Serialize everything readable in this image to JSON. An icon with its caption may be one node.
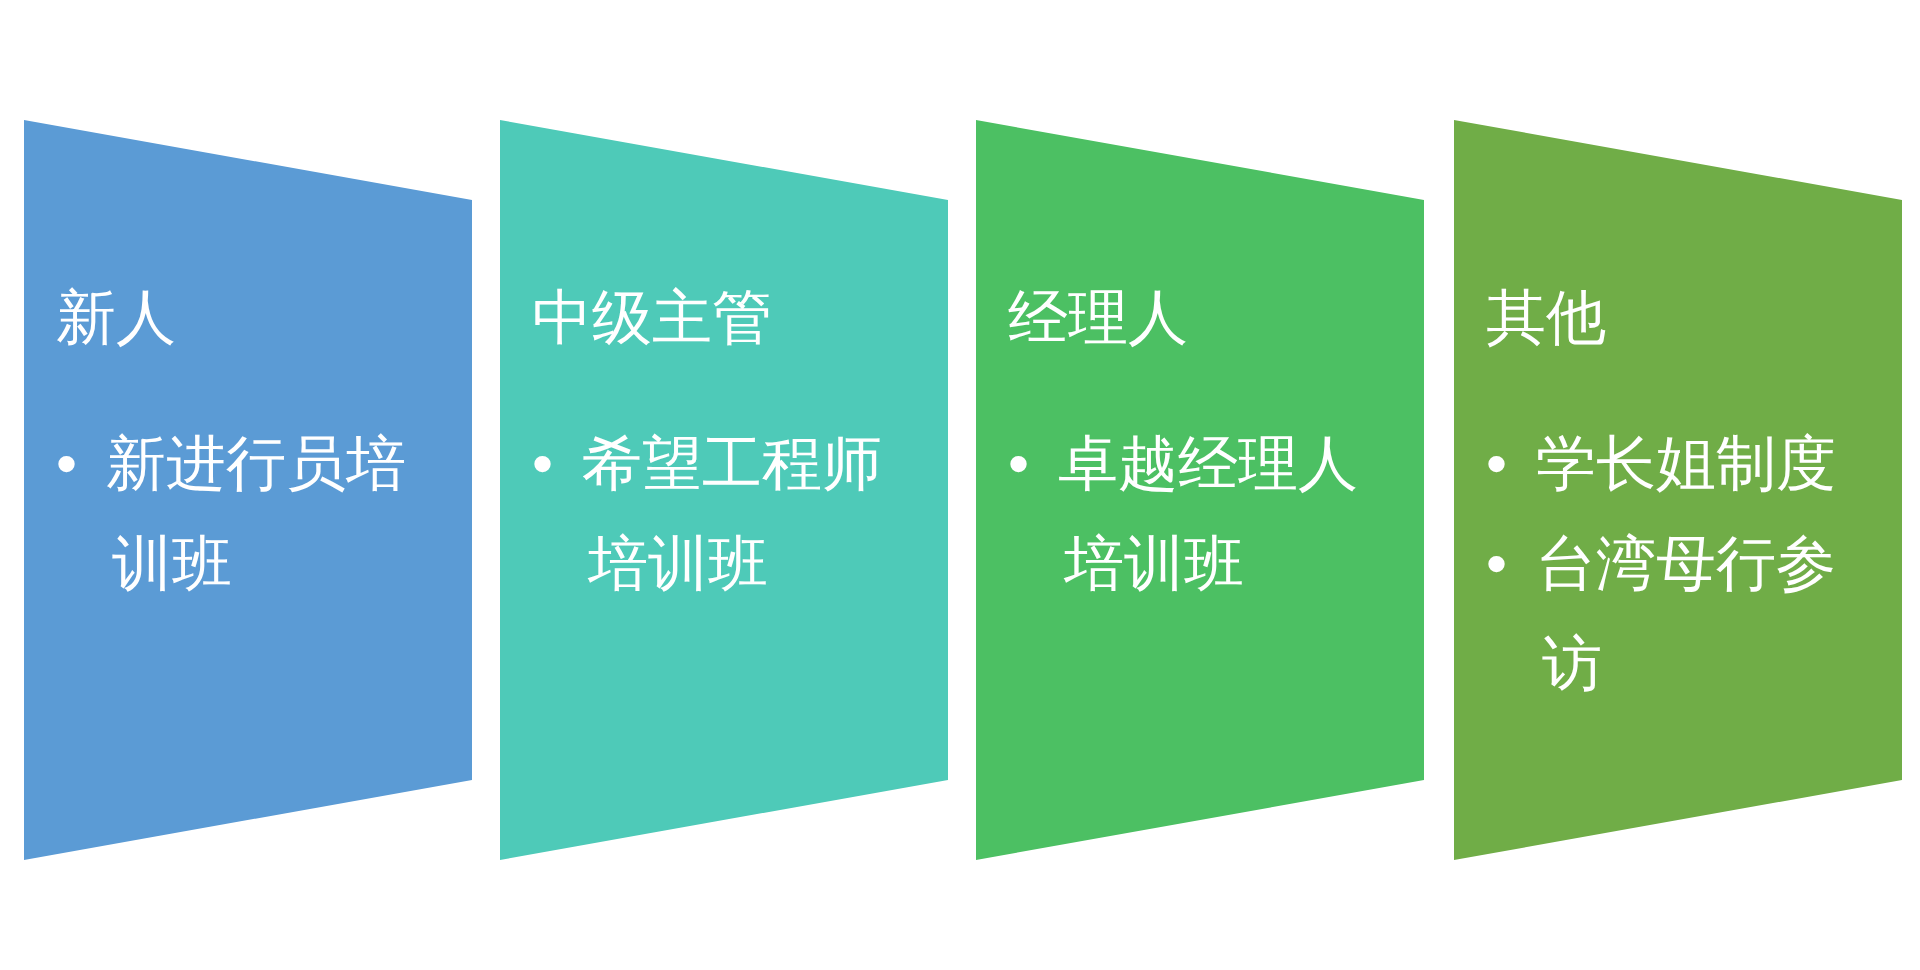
{
  "diagram": {
    "nodes": [
      {
        "text": [
          "新人",
          "• 新进行员培训班"
        ]
      },
      {
        "text": [
          "中级主管",
          "• 希望工程师培训班"
        ]
      },
      {
        "text": [
          "经理人",
          "• 卓越经理人培训班"
        ]
      },
      {
        "text": [
          "其他",
          "• 学长姐制度",
          "• 台湾母行参访"
        ]
      }
    ]
  }
}
